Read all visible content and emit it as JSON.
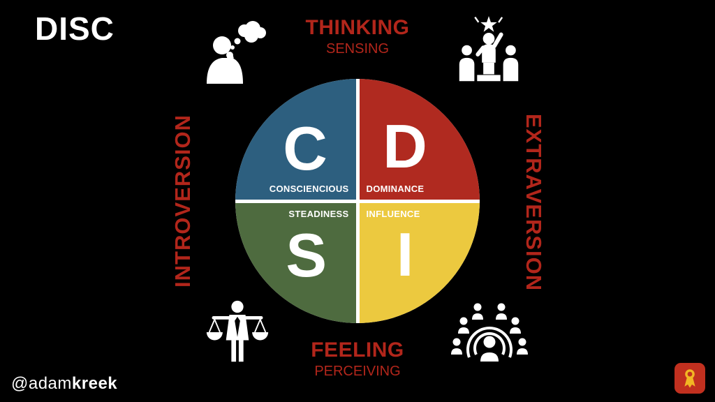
{
  "title": "DISC",
  "axes": {
    "top": {
      "primary": "THINKING",
      "secondary": "SENSING"
    },
    "bottom": {
      "primary": "FEELING",
      "secondary": "PERCEIVING"
    },
    "left": "INTROVERSION",
    "right": "EXTRAVERSION"
  },
  "quadrants": [
    {
      "letter": "C",
      "label": "CONSCIENCIOUS",
      "color": "#2d5f7f",
      "position": "top-left"
    },
    {
      "letter": "D",
      "label": "DOMINANCE",
      "color": "#b02a20",
      "position": "top-right"
    },
    {
      "letter": "S",
      "label": "STEADINESS",
      "color": "#4e6b3f",
      "position": "bottom-left"
    },
    {
      "letter": "I",
      "label": "INFLUENCE",
      "color": "#ecc93f",
      "position": "bottom-right"
    }
  ],
  "icons": [
    {
      "name": "thinker-icon",
      "meaning": "person thinking with thought bubble",
      "corner": "top-left"
    },
    {
      "name": "celebration-icon",
      "meaning": "winner with raised arm and star among people",
      "corner": "top-right"
    },
    {
      "name": "scales-icon",
      "meaning": "person holding balance scales",
      "corner": "bottom-left"
    },
    {
      "name": "community-icon",
      "meaning": "group of people around a central figure",
      "corner": "bottom-right"
    }
  ],
  "footer": {
    "handle_prefix": "@adam",
    "handle_suffix": "kreek"
  },
  "colors": {
    "background": "#000000",
    "accent_red": "#b2261b",
    "text_white": "#ffffff"
  }
}
